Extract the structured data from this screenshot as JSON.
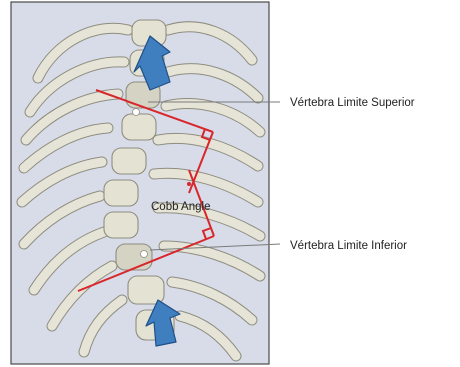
{
  "labels": {
    "upper_vertebra": "Vértebra Limite Superior",
    "lower_vertebra": "Vértebra Limite Inferior",
    "cobb_angle": "Cobb Angle"
  },
  "colors": {
    "panel_background": "#d7dce8",
    "bone": "#e4e2d3",
    "cobb_lines": "#d9262b",
    "arrows": "#3f7fc0"
  },
  "icons": {
    "top_arrow": "arrow-down-icon",
    "bottom_arrow": "arrow-up-icon"
  }
}
